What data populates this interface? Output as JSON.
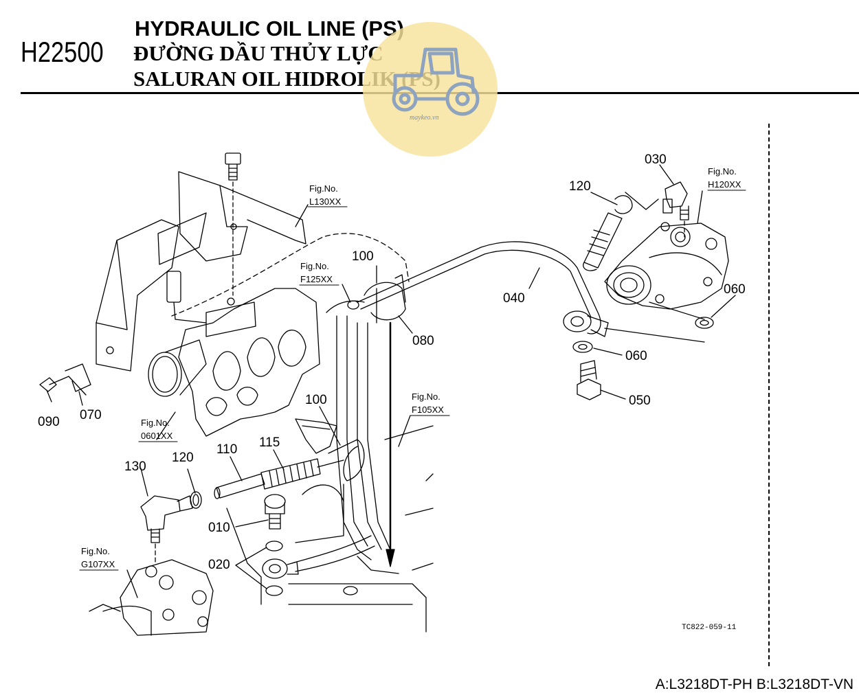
{
  "header": {
    "code": "H22500",
    "title_en": "HYDRAULIC OIL LINE (PS)",
    "title_vi": "ĐƯỜNG DẦU THỦY LỰC",
    "title_id": "SALURAN OIL HIDROLIK (PS)"
  },
  "watermark": {
    "text": "maykeo.vn",
    "icon": "tractor-icon",
    "color": "#f8e39c"
  },
  "diagram": {
    "part_labels": [
      "130",
      "120",
      "110",
      "115",
      "100",
      "010",
      "020",
      "090",
      "070",
      "100",
      "080",
      "040",
      "120",
      "030",
      "060",
      "060",
      "050"
    ],
    "fig_refs": [
      {
        "line1": "Fig.No.",
        "line2": "L130XX"
      },
      {
        "line1": "Fig.No.",
        "line2": "F125XX"
      },
      {
        "line1": "Fig.No.",
        "line2": "H120XX"
      },
      {
        "line1": "Fig.No.",
        "line2": "F105XX"
      },
      {
        "line1": "Fig.No.",
        "line2": "0601XX"
      },
      {
        "line1": "Fig.No.",
        "line2": "G107XX"
      }
    ],
    "drawing_ref": "TC822-059-11"
  },
  "footer": {
    "models": "A:L3218DT-PH B:L3218DT-VN"
  }
}
